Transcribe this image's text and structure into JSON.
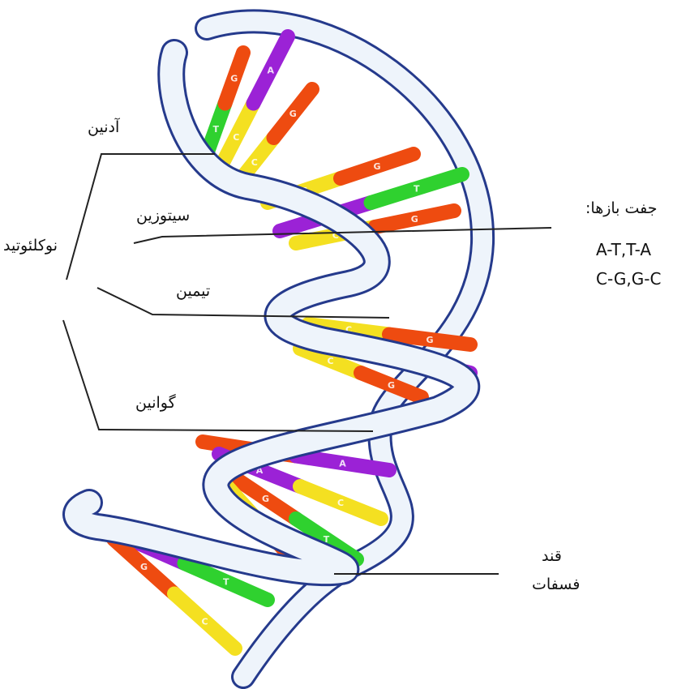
{
  "labels": {
    "adenine": "آدنین",
    "cytosine": "سیتوزین",
    "nucleotide": "نوکلئوتید",
    "thymine": "تیمین",
    "guanine": "گوانین",
    "base_pairs_title": "جفت بازها:",
    "pairs_line1": "A-T,T-A",
    "pairs_line2": "C-G,G-C",
    "sugar": "قند",
    "phosphate": "فسفات"
  },
  "base_letters": {
    "a": "A",
    "t": "T",
    "g": "G",
    "c": "C"
  },
  "colors": {
    "A": "#9b22d6",
    "T": "#2fd12f",
    "G": "#ee4b10",
    "C": "#f4e021",
    "backbone_fill": "#eef4fb",
    "backbone_stroke": "#253a8c",
    "leader_line": "#222222"
  }
}
